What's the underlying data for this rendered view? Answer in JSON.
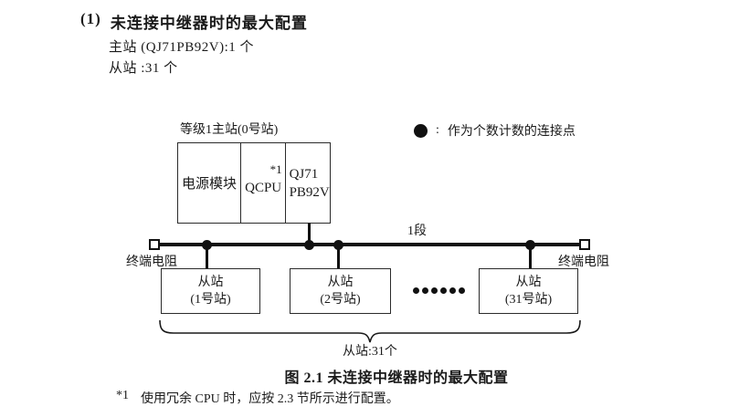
{
  "header": {
    "number": "(1)",
    "title": "未连接中继器时的最大配置",
    "master_line": "主站 (QJ71PB92V):1 个",
    "slave_line": "从站 :31 个"
  },
  "diagram": {
    "master": {
      "label": "等级1主站(0号站)",
      "cell_power": "电源模块",
      "cell_cpu": "QCPU",
      "cell_cpu_note": "*1",
      "cell_pb_line1": "QJ71",
      "cell_pb_line2": "PB92V"
    },
    "legend": {
      "colon": ":",
      "label": "作为个数计数的连接点"
    },
    "segment_label": "1段",
    "terminator_left": "终端电阻",
    "terminator_right": "终端电阻",
    "slaves": [
      {
        "line1": "从站",
        "line2": "(1号站)"
      },
      {
        "line1": "从站",
        "line2": "(2号站)"
      },
      {
        "line1": "从站",
        "line2": "(31号站)"
      }
    ],
    "brace_label": "从站:31个"
  },
  "caption": "图 2.1 未连接中继器时的最大配置",
  "footnote": {
    "marker": "*1",
    "text": "使用冗余 CPU 时，应按 2.3 节所示进行配置。"
  },
  "colors": {
    "ink": "#1a1a1a",
    "line": "#111111",
    "border": "#2b2b2b"
  }
}
